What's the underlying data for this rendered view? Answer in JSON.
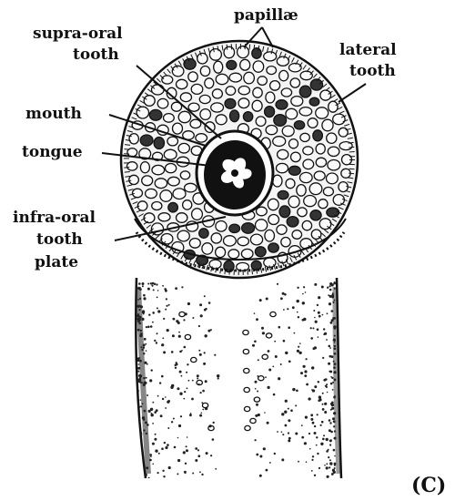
{
  "labels": {
    "papillae": "papillæ",
    "supra_oral_1": "supra-oral",
    "supra_oral_2": "tooth",
    "lateral_1": "lateral",
    "lateral_2": "tooth",
    "mouth": "mouth",
    "tongue": "tongue",
    "infra_oral_1": "infra-oral",
    "infra_oral_2": "tooth",
    "infra_oral_3": "plate"
  },
  "panel_label": "(C)"
}
